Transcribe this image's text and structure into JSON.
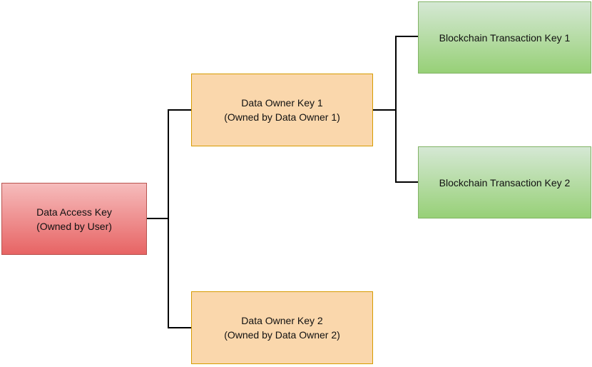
{
  "diagram": {
    "nodes": {
      "access_key": {
        "line1": "Data Access Key",
        "line2": "(Owned by User)"
      },
      "owner_key_1": {
        "line1": "Data Owner Key 1",
        "line2": "(Owned by Data Owner 1)"
      },
      "owner_key_2": {
        "line1": "Data Owner Key 2",
        "line2": "(Owned by Data Owner 2)"
      },
      "chain_key_1": {
        "line1": "Blockchain Transaction Key 1"
      },
      "chain_key_2": {
        "line1": "Blockchain Transaction Key 2"
      }
    },
    "edges": [
      {
        "from": "access_key",
        "to": "owner_key_1"
      },
      {
        "from": "access_key",
        "to": "owner_key_2"
      },
      {
        "from": "owner_key_1",
        "to": "chain_key_1"
      },
      {
        "from": "owner_key_1",
        "to": "chain_key_2"
      }
    ],
    "colors": {
      "access_key_fill": "#ea6b66",
      "owner_key_fill": "#fad7ac",
      "chain_key_fill": "#97d077",
      "connector": "#000000"
    }
  }
}
